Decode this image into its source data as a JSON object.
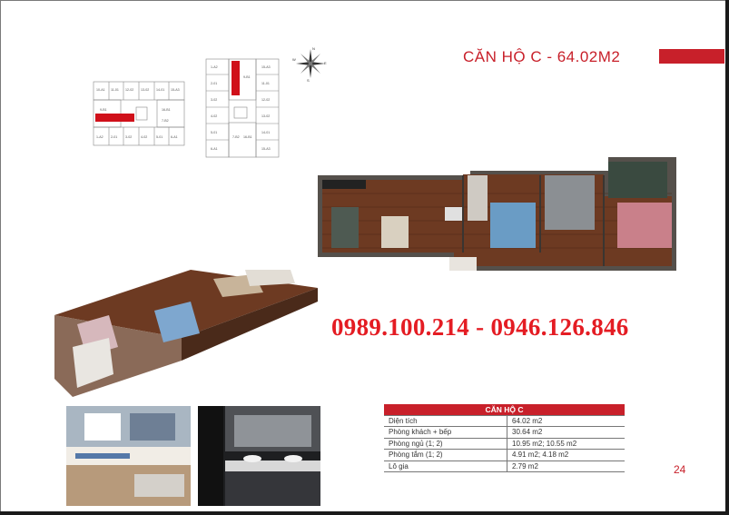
{
  "title": "CĂN HỘ C - 64.02M2",
  "phone": "0989.100.214 - 0946.126.846",
  "page_number": "24",
  "keyplan_left_labels": {
    "top": [
      "10-A1",
      "11-01",
      "12-02",
      "13-02",
      "14-01",
      "15-A3"
    ],
    "middle": [
      "9-B1",
      "16-B1",
      "7-B2"
    ],
    "bottom": [
      "1-A2",
      "2-01",
      "3-02",
      "4-02",
      "5-01",
      "6-A1"
    ]
  },
  "keyplan_right_labels": [
    "1-A2",
    "9-B1",
    "15-A3",
    "2-01",
    "11-01",
    "3-02",
    "12-02",
    "4-02",
    "13-02",
    "5-01",
    "14-01",
    "6-A1",
    "7-B2",
    "16-B1",
    "15-A3"
  ],
  "compass": {
    "n": "N",
    "s": "S",
    "e": "E",
    "w": "W"
  },
  "spec": {
    "header": "CĂN HỘ C",
    "rows": [
      {
        "label": "Diện tích",
        "value": "64.02 m2"
      },
      {
        "label": "Phòng khách + bếp",
        "value": "30.64 m2"
      },
      {
        "label": "Phòng ngủ (1; 2)",
        "value": "10.95 m2; 10.55 m2"
      },
      {
        "label": "Phòng tắm (1; 2)",
        "value": "4.91 m2; 4.18 m2"
      },
      {
        "label": "Lô gia",
        "value": "2.79 m2"
      }
    ]
  },
  "colors": {
    "brand_red": "#c8202a",
    "phone_red": "#e41c23"
  }
}
